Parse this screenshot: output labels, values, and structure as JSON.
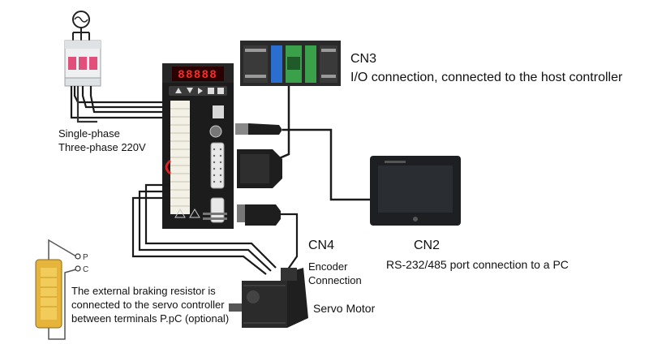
{
  "labels": {
    "cn3_title": "CN3",
    "cn3_desc": "I/O connection, connected to the host controller",
    "power_line1": "Single-phase",
    "power_line2": "Three-phase 220V",
    "cn4_title": "CN4",
    "cn4_line1": "Encoder",
    "cn4_line2": "Connection",
    "cn2_title": "CN2",
    "cn2_desc": "RS-232/485 port connection to a PC",
    "motor": "Servo Motor",
    "resistor_line1": "The external braking resistor is",
    "resistor_line2": "connected to the servo controller",
    "resistor_line3": "between terminals P.pC (optional)",
    "terminal_p": "P",
    "terminal_c": "C",
    "display_digits": "88888"
  },
  "colors": {
    "cable": "#1a1a1a",
    "drive_body": "#1c1c1c",
    "display_bg": "#2a0000",
    "display_digits": "#ff2a2a",
    "terminal_block": "#f3f0e6",
    "breaker_lever": "#e0507a",
    "plc_green": "#3aa04a",
    "plc_blue": "#2a6fd0",
    "resistor_body": "#e6b43a",
    "hmi_screen": "#2a2e33",
    "motor_body": "#2b2b2b",
    "jumper": "#e02020"
  }
}
